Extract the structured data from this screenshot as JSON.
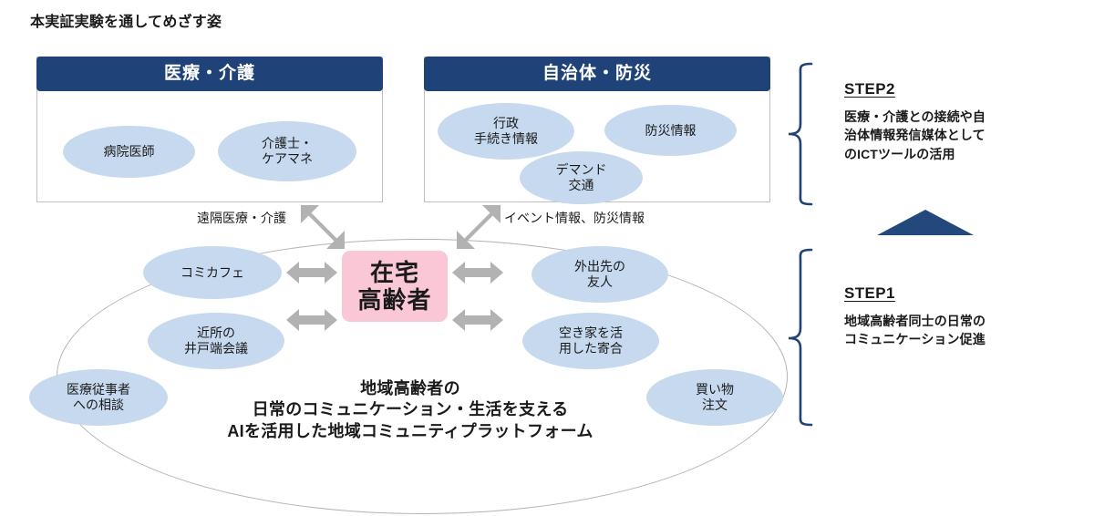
{
  "title": "本実証実験を通してめざす姿",
  "panels": [
    {
      "id": "medical-care",
      "header": "医療・介護",
      "nodes": [
        {
          "label": "病院医師"
        },
        {
          "label": "介護士・\nケアマネ"
        }
      ]
    },
    {
      "id": "municipality-disaster",
      "header": "自治体・防災",
      "nodes": [
        {
          "label": "行政\n手続き情報"
        },
        {
          "label": "防災情報"
        },
        {
          "label": "デマンド\n交通"
        }
      ]
    }
  ],
  "connectors": [
    {
      "id": "telemedicine",
      "label": "遠隔医療・介護"
    },
    {
      "id": "event-disaster-info",
      "label": "イベント情報、防災情報"
    }
  ],
  "community": {
    "center": {
      "line1": "在宅",
      "line2": "高齢者"
    },
    "nodes": [
      {
        "id": "comi-cafe",
        "label": "コミカフェ"
      },
      {
        "id": "neighborhood-gossip",
        "label": "近所の\n井戸端会議"
      },
      {
        "id": "medical-worker-consult",
        "label": "医療従事者\nへの相談"
      },
      {
        "id": "friend-outside",
        "label": "外出先の\n友人"
      },
      {
        "id": "vacant-house-gathering",
        "label": "空き家を活\n用した寄合"
      },
      {
        "id": "shopping-order",
        "label": "買い物\n注文"
      }
    ],
    "caption": {
      "line1": "地域高齢者の",
      "line2": "日常のコミュニケーション・生活を支える",
      "line3": "AIを活用した地域コミュニティプラットフォーム"
    }
  },
  "steps": [
    {
      "id": "step2",
      "title": "STEP2",
      "description": "医療・介護との接続や自\n治体情報発信媒体として\nのICTツールの活用"
    },
    {
      "id": "step1",
      "title": "STEP1",
      "description": "地域高齢者同士の日常の\nコミュニケーション促進"
    }
  ],
  "colors": {
    "header_navy": "#1F4379",
    "node_blue": "#C6D9EF",
    "center_pink": "#F9C7D6",
    "arrow_grey": "#B2B2B2",
    "brace_navy": "#1F4379",
    "text_dark": "#1a1a1a"
  }
}
